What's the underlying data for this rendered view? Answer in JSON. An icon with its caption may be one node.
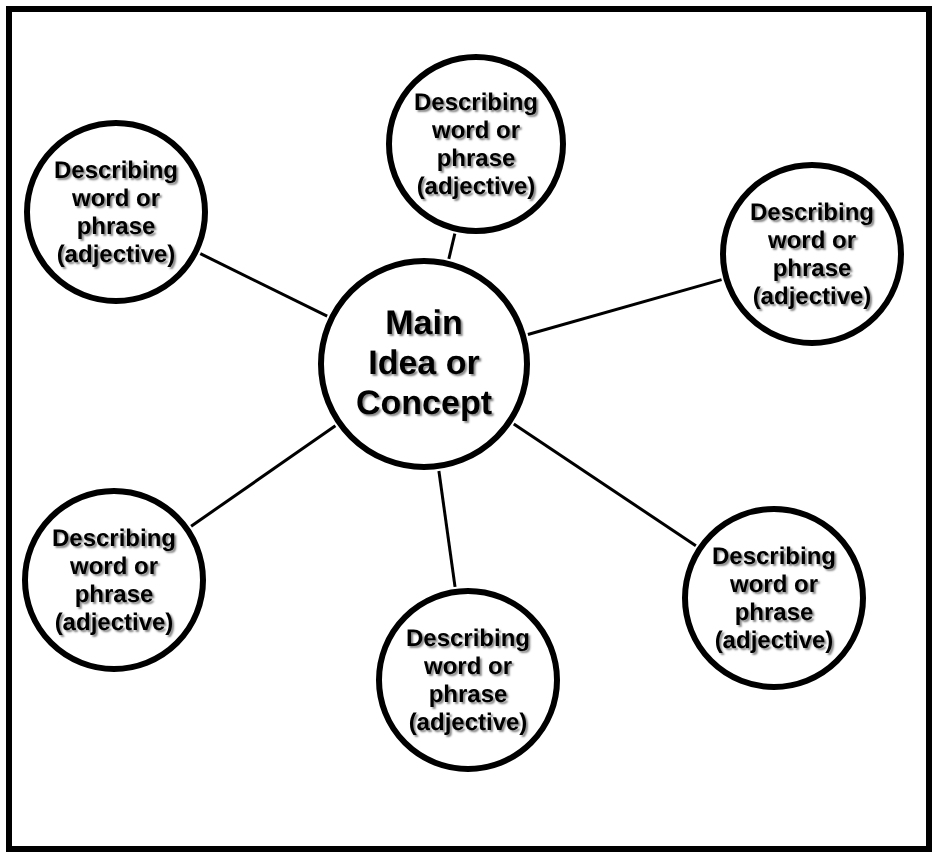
{
  "diagram": {
    "nodes": [
      {
        "text": [
          "Describing word or phrase (adjective)"
        ]
      },
      {
        "text": [
          "Describing word or phrase (adjective)"
        ]
      },
      {
        "text": [
          "Describing word or phrase (adjective)"
        ]
      },
      {
        "text": [
          "Main Idea or Concept"
        ]
      },
      {
        "text": [
          "Describing word or phrase (adjective)"
        ]
      },
      {
        "text": [
          "Describing word or phrase (adjective)"
        ]
      },
      {
        "text": [
          "Describing word or phrase (adjective)"
        ]
      }
    ],
    "edges": [
      {
        "from": 3,
        "to": 0,
        "arrow": "none"
      },
      {
        "from": 3,
        "to": 1,
        "arrow": "none"
      },
      {
        "from": 3,
        "to": 2,
        "arrow": "none"
      },
      {
        "from": 3,
        "to": 4,
        "arrow": "none"
      },
      {
        "from": 3,
        "to": 5,
        "arrow": "none"
      },
      {
        "from": 3,
        "to": 6,
        "arrow": "none"
      }
    ]
  }
}
